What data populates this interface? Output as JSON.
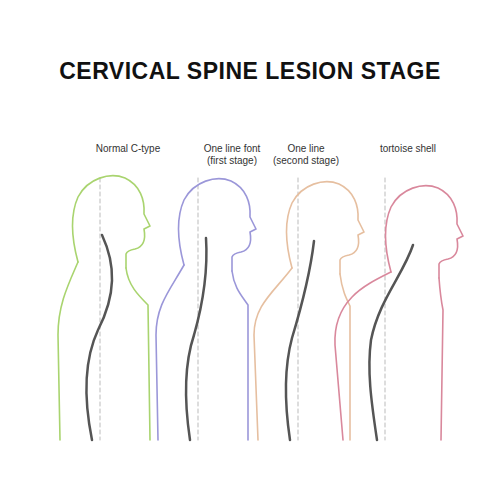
{
  "diagram": {
    "title": "CERVICAL SPINE LESION STAGE",
    "labels": [
      "Normal C-type",
      "One line font (first stage)",
      "One line (second stage)",
      "tortoise shell"
    ]
  }
}
